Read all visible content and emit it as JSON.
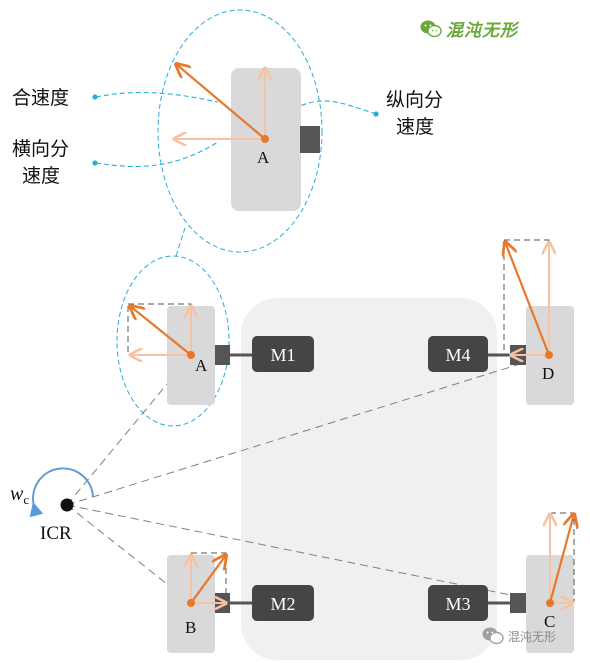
{
  "brand": {
    "name": "混沌无形",
    "icon": "wechat-icon",
    "color": "#6aa83a"
  },
  "watermark": {
    "text": "混沌无形",
    "icon": "wechat-icon"
  },
  "callouts": {
    "resultant": "合速度",
    "lateral_line1": "横向分",
    "lateral_line2": "速度",
    "longitudinal_line1": "纵向分",
    "longitudinal_line2": "速度"
  },
  "wheels": {
    "a_zoom": "A",
    "a": "A",
    "b": "B",
    "c": "C",
    "d": "D"
  },
  "motors": {
    "m1": "M1",
    "m2": "M2",
    "m3": "M3",
    "m4": "M4"
  },
  "icr": {
    "label": "ICR",
    "omega_symbol": "w",
    "omega_sub": "c"
  },
  "colors": {
    "resultant": "#e8782a",
    "component": "#f6c3a2",
    "callout_line": "#2aaed8",
    "wheel": "#d9d9d9",
    "motor": "#454545",
    "chassis": "#f0f0f0",
    "rotation": "#5b9bd5"
  }
}
